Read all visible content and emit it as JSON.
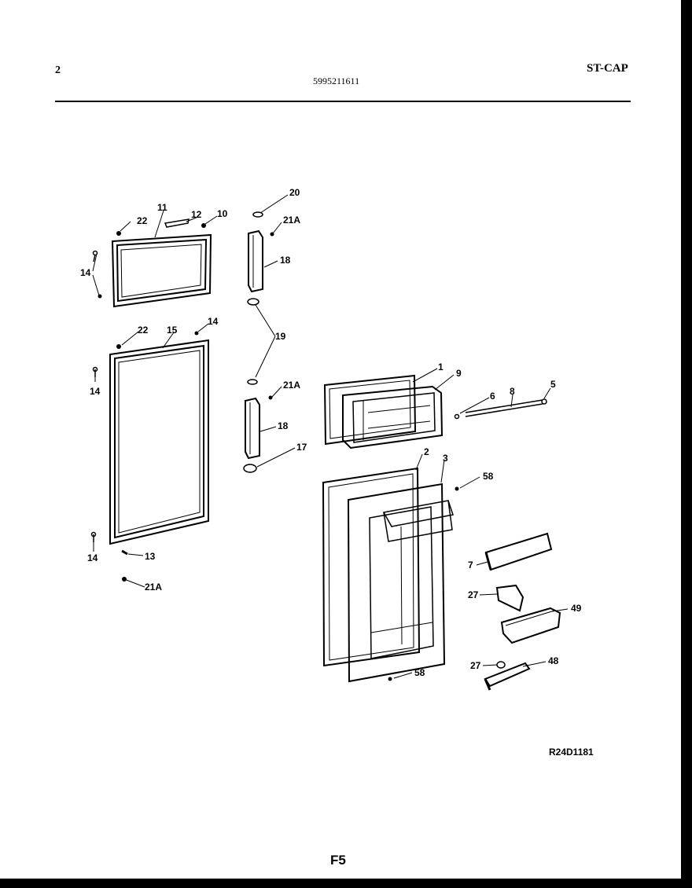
{
  "header": {
    "page_number": "2",
    "part_number": "5995211611",
    "model_code": "ST-CAP"
  },
  "diagram": {
    "callouts": [
      "22",
      "11",
      "12",
      "10",
      "14",
      "14",
      "22",
      "15",
      "14",
      "14",
      "14",
      "13",
      "21A",
      "20",
      "21A",
      "18",
      "19",
      "21A",
      "18",
      "17",
      "1",
      "9",
      "6",
      "8",
      "5",
      "2",
      "3",
      "58",
      "7",
      "27",
      "49",
      "27",
      "48",
      "58"
    ]
  },
  "footer": {
    "drawing_ref": "R24D1181",
    "section": "F5"
  }
}
